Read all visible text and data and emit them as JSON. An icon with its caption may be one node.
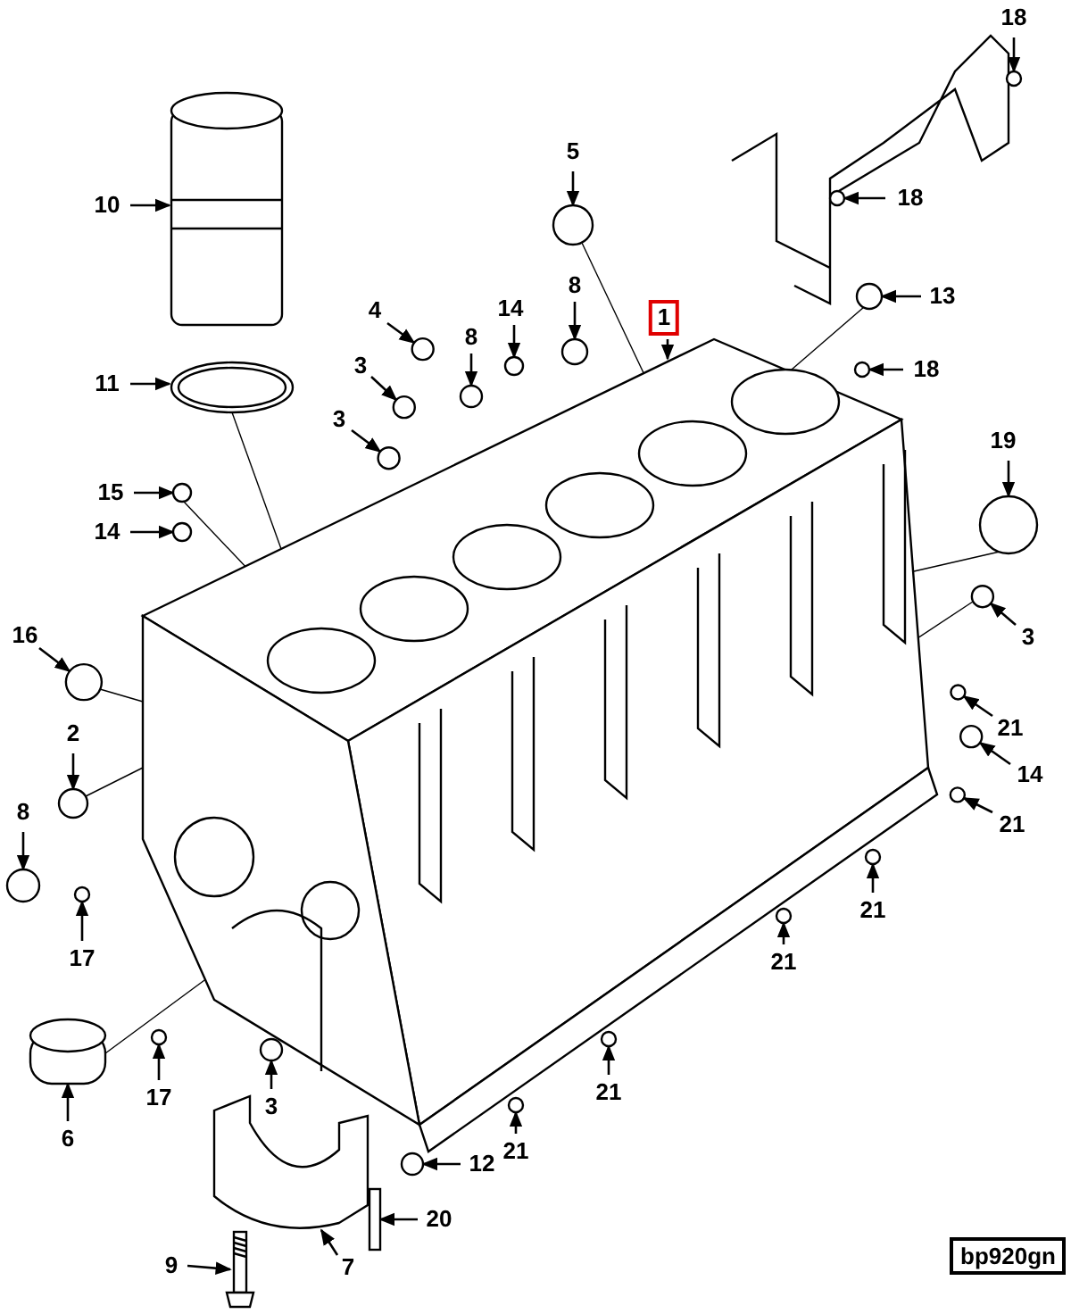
{
  "diagram": {
    "nodes": [
      {
        "text": [
          "18"
        ]
      },
      {
        "text": [
          "5"
        ]
      },
      {
        "text": [
          "10"
        ]
      },
      {
        "text": [
          "18"
        ]
      },
      {
        "text": [
          "13"
        ]
      },
      {
        "text": [
          "1"
        ]
      },
      {
        "text": [
          "4"
        ]
      },
      {
        "text": [
          "14"
        ]
      },
      {
        "text": [
          "8"
        ]
      },
      {
        "text": [
          "8"
        ]
      },
      {
        "text": [
          "3"
        ]
      },
      {
        "text": [
          "18"
        ]
      },
      {
        "text": [
          "11"
        ]
      },
      {
        "text": [
          "3"
        ]
      },
      {
        "text": [
          "19"
        ]
      },
      {
        "text": [
          "15"
        ]
      },
      {
        "text": [
          "14"
        ]
      },
      {
        "text": [
          "16"
        ]
      },
      {
        "text": [
          "3"
        ]
      },
      {
        "text": [
          "2"
        ]
      },
      {
        "text": [
          "21"
        ]
      },
      {
        "text": [
          "14"
        ]
      },
      {
        "text": [
          "8"
        ]
      },
      {
        "text": [
          "21"
        ]
      },
      {
        "text": [
          "21"
        ]
      },
      {
        "text": [
          "17"
        ]
      },
      {
        "text": [
          "21"
        ]
      },
      {
        "text": [
          "21"
        ]
      },
      {
        "text": [
          "3"
        ]
      },
      {
        "text": [
          "17"
        ]
      },
      {
        "text": [
          "21"
        ]
      },
      {
        "text": [
          "6"
        ]
      },
      {
        "text": [
          "12"
        ]
      },
      {
        "text": [
          "20"
        ]
      },
      {
        "text": [
          "9"
        ]
      },
      {
        "text": [
          "7"
        ]
      },
      {
        "text": [],
        "shape": "circle"
      },
      {
        "text": [],
        "shape": "circle"
      },
      {
        "text": [],
        "shape": "picture"
      },
      {
        "text": [],
        "shape": "circle"
      },
      {
        "text": [],
        "shape": "circle"
      },
      {
        "text": [],
        "shape": "picture"
      },
      {
        "text": [],
        "shape": "circle"
      },
      {
        "text": [],
        "shape": "circle"
      },
      {
        "text": [],
        "shape": "circle"
      },
      {
        "text": [],
        "shape": "circle"
      },
      {
        "text": [],
        "shape": "circle"
      },
      {
        "text": [],
        "shape": "circle"
      },
      {
        "text": [],
        "shape": "picture"
      },
      {
        "text": [],
        "shape": "circle"
      },
      {
        "text": [],
        "shape": "circle"
      },
      {
        "text": [],
        "shape": "circle"
      },
      {
        "text": [],
        "shape": "circle"
      },
      {
        "text": [],
        "shape": "circle"
      },
      {
        "text": [],
        "shape": "circle"
      },
      {
        "text": [],
        "shape": "circle"
      },
      {
        "text": [],
        "shape": "circle"
      },
      {
        "text": [],
        "shape": "circle"
      },
      {
        "text": [],
        "shape": "circle"
      },
      {
        "text": [],
        "shape": "circle"
      },
      {
        "text": [],
        "shape": "circle"
      },
      {
        "text": [],
        "shape": "circle"
      },
      {
        "text": [],
        "shape": "circle"
      },
      {
        "text": [],
        "shape": "circle"
      },
      {
        "text": [],
        "shape": "circle"
      },
      {
        "text": [],
        "shape": "circle"
      },
      {
        "text": [],
        "shape": "circle"
      },
      {
        "text": [],
        "shape": "picture"
      },
      {
        "text": [],
        "shape": "circle"
      },
      {
        "text": [],
        "shape": "picture"
      },
      {
        "text": [],
        "shape": "picture"
      },
      {
        "text": [],
        "shape": "picture"
      }
    ],
    "edges": [
      {
        "from": 0,
        "to": 36,
        "arrow": "to"
      },
      {
        "from": 1,
        "to": 37,
        "arrow": "to"
      },
      {
        "from": 2,
        "to": 38,
        "arrow": "to"
      },
      {
        "from": 3,
        "to": 39,
        "arrow": "to"
      },
      {
        "from": 4,
        "to": 40,
        "arrow": "to"
      },
      {
        "from": 5,
        "to": 41,
        "arrow": "to"
      },
      {
        "from": 6,
        "to": 42,
        "arrow": "to"
      },
      {
        "from": 7,
        "to": 43,
        "arrow": "to"
      },
      {
        "from": 8,
        "to": 44,
        "arrow": "to"
      },
      {
        "from": 9,
        "to": 45,
        "arrow": "to"
      },
      {
        "from": 10,
        "to": 46,
        "arrow": "to"
      },
      {
        "from": 11,
        "to": 47,
        "arrow": "to"
      },
      {
        "from": 12,
        "to": 48,
        "arrow": "to"
      },
      {
        "from": 13,
        "to": 49,
        "arrow": "to"
      },
      {
        "from": 14,
        "to": 50,
        "arrow": "to"
      },
      {
        "from": 15,
        "to": 51,
        "arrow": "to"
      },
      {
        "from": 16,
        "to": 52,
        "arrow": "to"
      },
      {
        "from": 17,
        "to": 53,
        "arrow": "to"
      },
      {
        "from": 18,
        "to": 54,
        "arrow": "to"
      },
      {
        "from": 19,
        "to": 55,
        "arrow": "to"
      },
      {
        "from": 20,
        "to": 56,
        "arrow": "to"
      },
      {
        "from": 21,
        "to": 57,
        "arrow": "to"
      },
      {
        "from": 22,
        "to": 58,
        "arrow": "to"
      },
      {
        "from": 23,
        "to": 59,
        "arrow": "to"
      },
      {
        "from": 24,
        "to": 60,
        "arrow": "to"
      },
      {
        "from": 25,
        "to": 61,
        "arrow": "to"
      },
      {
        "from": 26,
        "to": 62,
        "arrow": "to"
      },
      {
        "from": 27,
        "to": 63,
        "arrow": "to"
      },
      {
        "from": 28,
        "to": 64,
        "arrow": "to"
      },
      {
        "from": 29,
        "to": 65,
        "arrow": "to"
      },
      {
        "from": 30,
        "to": 66,
        "arrow": "to"
      },
      {
        "from": 31,
        "to": 67,
        "arrow": "to"
      },
      {
        "from": 32,
        "to": 68,
        "arrow": "to"
      },
      {
        "from": 33,
        "to": 69,
        "arrow": "to"
      },
      {
        "from": 34,
        "to": 70,
        "arrow": "to"
      },
      {
        "from": 35,
        "to": 71,
        "arrow": "to"
      },
      {
        "from": 37,
        "to": 41,
        "arrow": "none"
      },
      {
        "from": 40,
        "to": 41,
        "arrow": "none"
      },
      {
        "from": 48,
        "to": 41,
        "arrow": "none"
      },
      {
        "from": 51,
        "to": 41,
        "arrow": "none"
      },
      {
        "from": 53,
        "to": 41,
        "arrow": "none"
      },
      {
        "from": 55,
        "to": 41,
        "arrow": "none"
      },
      {
        "from": 54,
        "to": 41,
        "arrow": "none"
      },
      {
        "from": 50,
        "to": 41,
        "arrow": "none"
      },
      {
        "from": 67,
        "to": 41,
        "arrow": "none"
      }
    ],
    "labels": [
      "bp920gn"
    ]
  }
}
